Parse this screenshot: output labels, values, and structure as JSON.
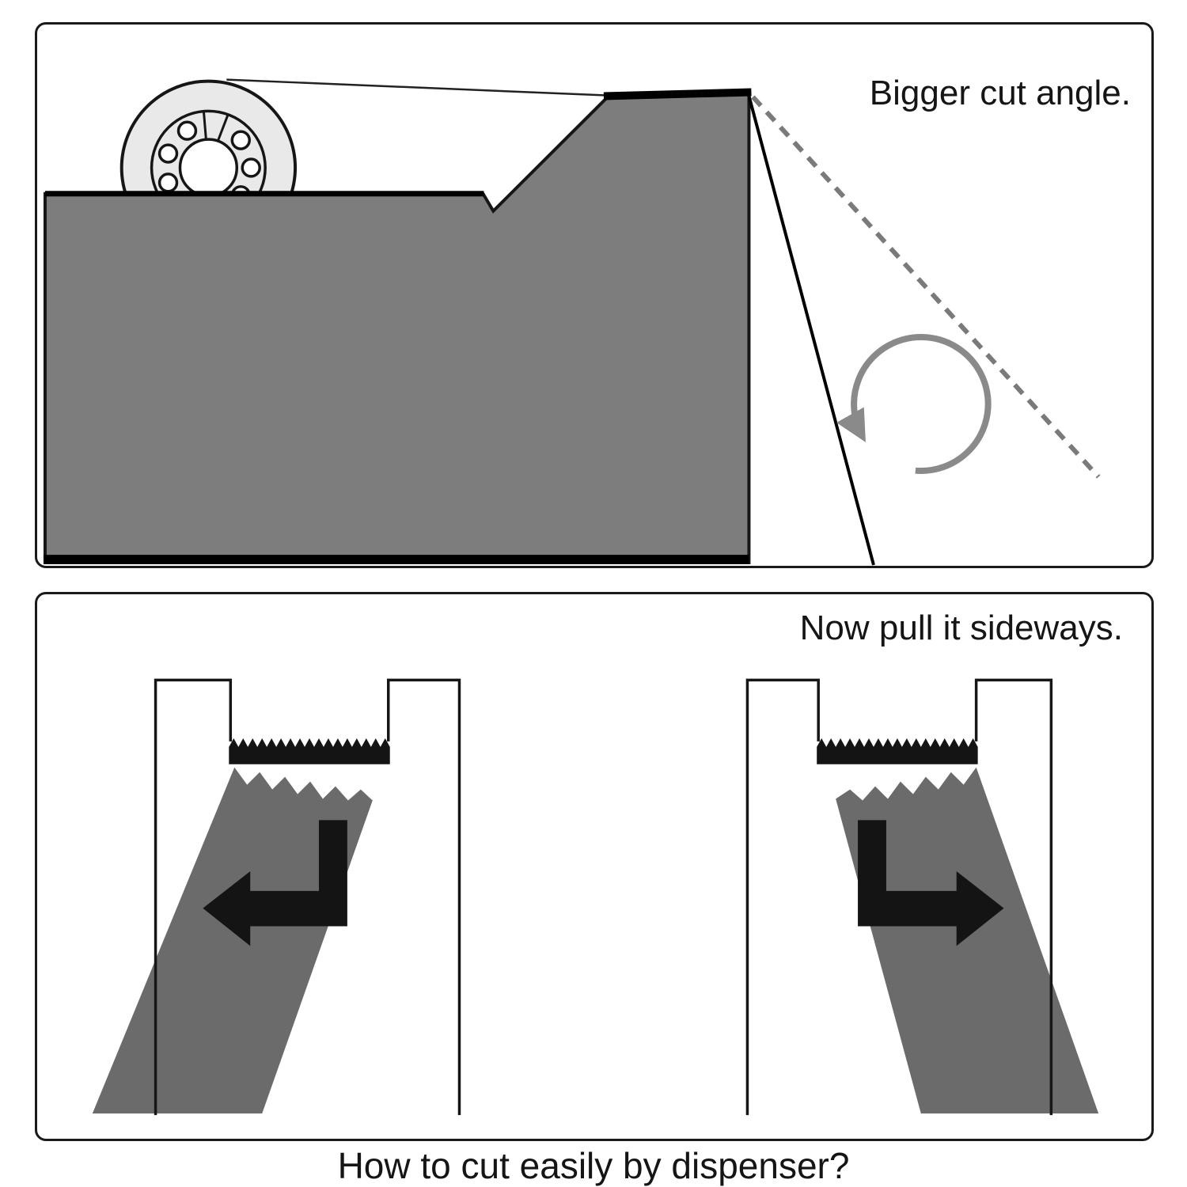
{
  "panels": {
    "top": {
      "caption": "Bigger cut angle."
    },
    "bottom": {
      "caption": "Now pull it sideways."
    }
  },
  "footer": {
    "question": "How to cut easily by dispenser?"
  },
  "colors": {
    "background": "#ffffff",
    "outline": "#161616",
    "dispenser_body": "#7d7d7d",
    "tape_band": "#6b6b6b",
    "tape_roll": "#e9e9e9",
    "dashed_cut_line": "#7a7a7a",
    "rotation_arrow": "#8a8a8a",
    "arrow_black": "#141414"
  }
}
